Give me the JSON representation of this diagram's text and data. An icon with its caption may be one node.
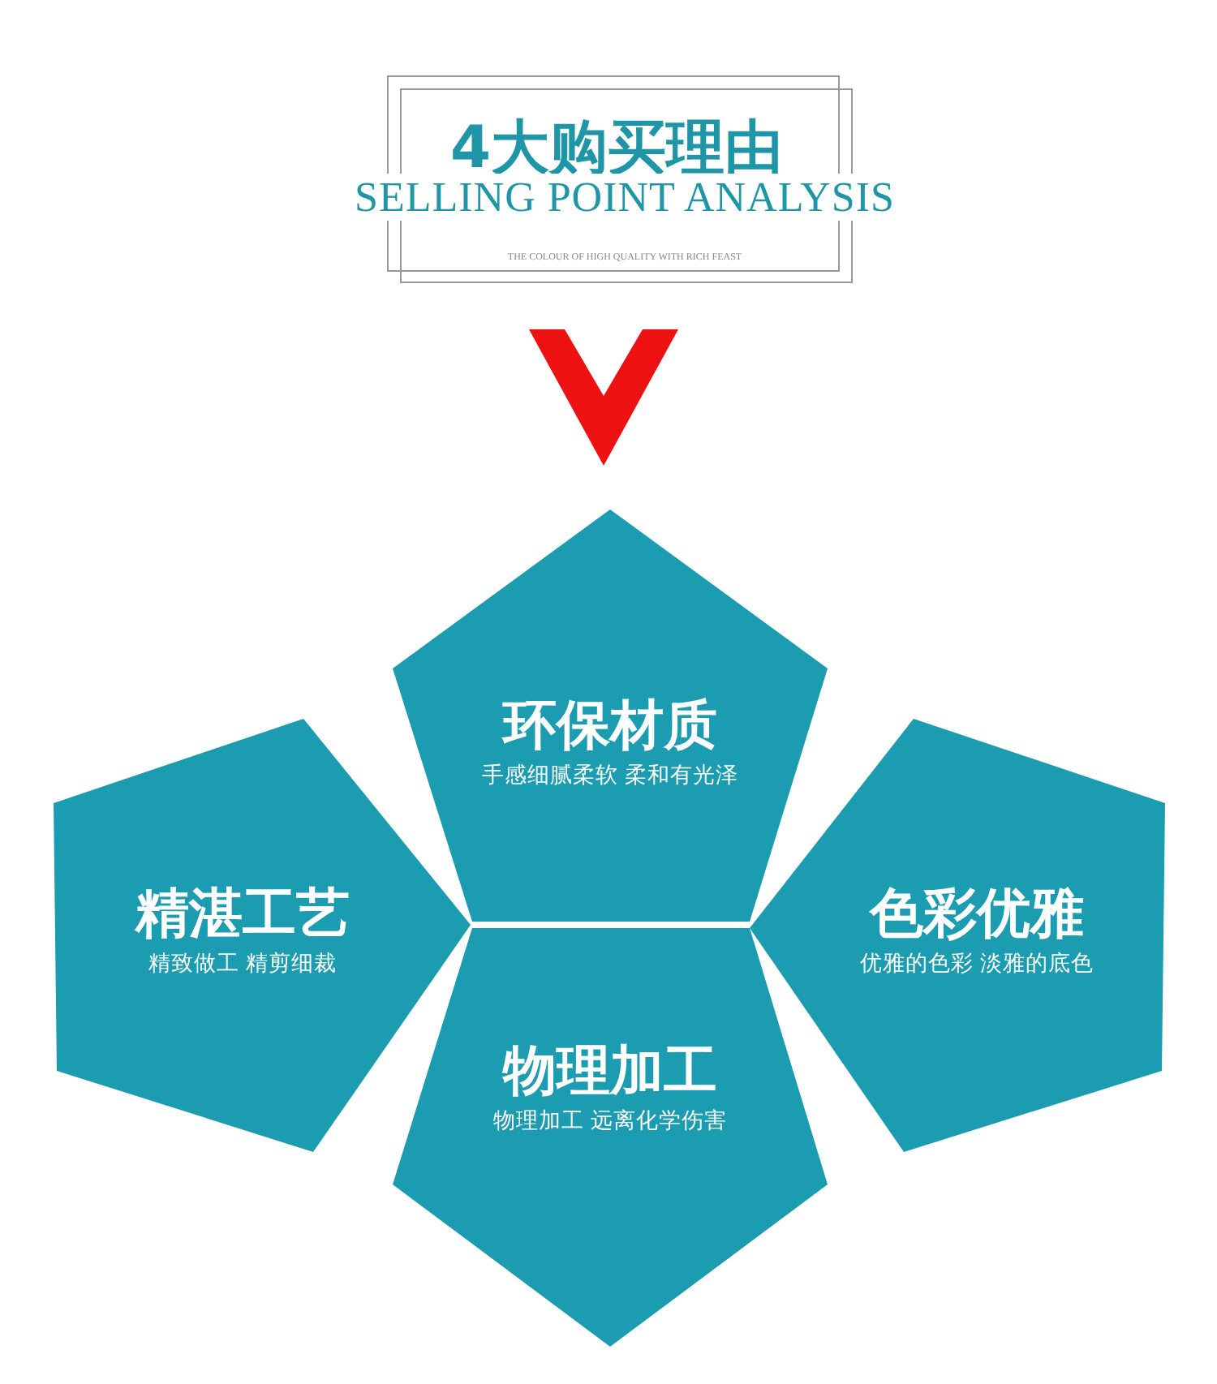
{
  "diagram": {
    "title": "4大购买理由",
    "nodes": [
      {
        "text": [
          "环保材质",
          "手感细腻柔软 柔和有光泽"
        ]
      },
      {
        "text": [
          "精湛工艺",
          "精致做工 精剪细裁"
        ]
      },
      {
        "text": [
          "色彩优雅",
          "优雅的色彩 淡雅的底色"
        ]
      },
      {
        "text": [
          "物理加工",
          "物理加工 远离化学伤害"
        ]
      }
    ],
    "labels": [
      "SELLING POINT ANALYSIS",
      "THE COLOUR OF HIGH QUALITY WITH RICH FEAST"
    ]
  }
}
